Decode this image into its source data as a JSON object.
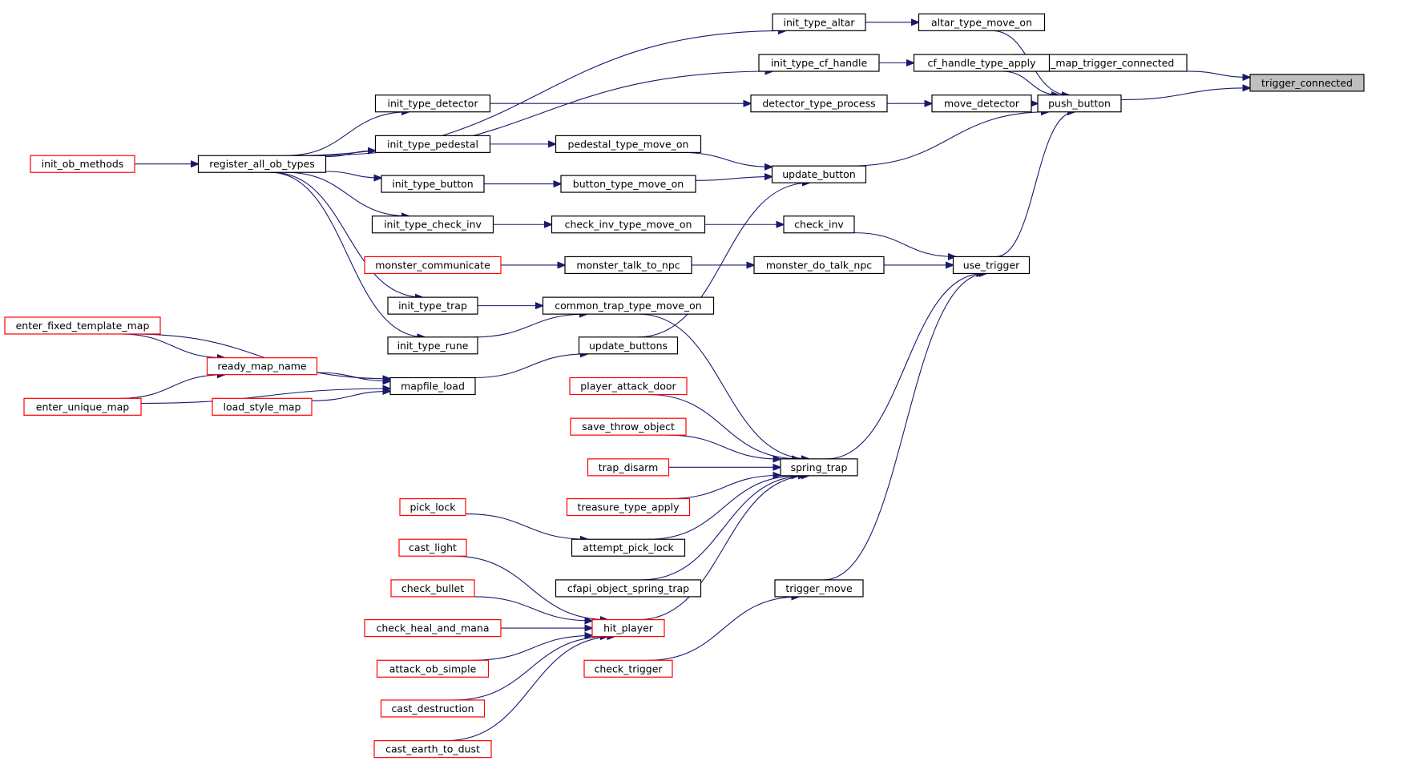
{
  "graph": {
    "nodes": {
      "trigger_connected": {
        "label": "trigger_connected",
        "style": "grey"
      },
      "cfapi_map_trigger_connected": {
        "label": "cfapi_map_trigger_connected",
        "style": "black"
      },
      "push_button": {
        "label": "push_button",
        "style": "black"
      },
      "altar_type_move_on": {
        "label": "altar_type_move_on",
        "style": "black"
      },
      "init_type_altar": {
        "label": "init_type_altar",
        "style": "black"
      },
      "cf_handle_type_apply": {
        "label": "cf_handle_type_apply",
        "style": "black"
      },
      "init_type_cf_handle": {
        "label": "init_type_cf_handle",
        "style": "black"
      },
      "move_detector": {
        "label": "move_detector",
        "style": "black"
      },
      "detector_type_process": {
        "label": "detector_type_process",
        "style": "black"
      },
      "init_type_detector": {
        "label": "init_type_detector",
        "style": "black"
      },
      "update_button": {
        "label": "update_button",
        "style": "black"
      },
      "pedestal_type_move_on": {
        "label": "pedestal_type_move_on",
        "style": "black"
      },
      "init_type_pedestal": {
        "label": "init_type_pedestal",
        "style": "black"
      },
      "button_type_move_on": {
        "label": "button_type_move_on",
        "style": "black"
      },
      "init_type_button": {
        "label": "init_type_button",
        "style": "black"
      },
      "register_all_ob_types": {
        "label": "register_all_ob_types",
        "style": "black"
      },
      "init_ob_methods": {
        "label": "init_ob_methods",
        "style": "red"
      },
      "use_trigger": {
        "label": "use_trigger",
        "style": "black"
      },
      "check_inv": {
        "label": "check_inv",
        "style": "black"
      },
      "check_inv_type_move_on": {
        "label": "check_inv_type_move_on",
        "style": "black"
      },
      "init_type_check_inv": {
        "label": "init_type_check_inv",
        "style": "black"
      },
      "monster_do_talk_npc": {
        "label": "monster_do_talk_npc",
        "style": "black"
      },
      "monster_talk_to_npc": {
        "label": "monster_talk_to_npc",
        "style": "black"
      },
      "monster_communicate": {
        "label": "monster_communicate",
        "style": "red"
      },
      "common_trap_type_move_on": {
        "label": "common_trap_type_move_on",
        "style": "black"
      },
      "init_type_trap": {
        "label": "init_type_trap",
        "style": "black"
      },
      "update_buttons": {
        "label": "update_buttons",
        "style": "black"
      },
      "init_type_rune": {
        "label": "init_type_rune",
        "style": "black"
      },
      "mapfile_load": {
        "label": "mapfile_load",
        "style": "black"
      },
      "enter_fixed_template_map": {
        "label": "enter_fixed_template_map",
        "style": "red"
      },
      "ready_map_name": {
        "label": "ready_map_name",
        "style": "red"
      },
      "enter_unique_map": {
        "label": "enter_unique_map",
        "style": "red"
      },
      "load_style_map": {
        "label": "load_style_map",
        "style": "red"
      },
      "spring_trap": {
        "label": "spring_trap",
        "style": "black"
      },
      "player_attack_door": {
        "label": "player_attack_door",
        "style": "red"
      },
      "save_throw_object": {
        "label": "save_throw_object",
        "style": "red"
      },
      "trap_disarm": {
        "label": "trap_disarm",
        "style": "red"
      },
      "treasure_type_apply": {
        "label": "treasure_type_apply",
        "style": "red"
      },
      "attempt_pick_lock": {
        "label": "attempt_pick_lock",
        "style": "black"
      },
      "pick_lock": {
        "label": "pick_lock",
        "style": "red"
      },
      "cfapi_object_spring_trap": {
        "label": "cfapi_object_spring_trap",
        "style": "black"
      },
      "hit_player": {
        "label": "hit_player",
        "style": "red"
      },
      "cast_light": {
        "label": "cast_light",
        "style": "red"
      },
      "check_bullet": {
        "label": "check_bullet",
        "style": "red"
      },
      "check_heal_and_mana": {
        "label": "check_heal_and_mana",
        "style": "red"
      },
      "attack_ob_simple": {
        "label": "attack_ob_simple",
        "style": "red"
      },
      "cast_destruction": {
        "label": "cast_destruction",
        "style": "red"
      },
      "cast_earth_to_dust": {
        "label": "cast_earth_to_dust",
        "style": "red"
      },
      "trigger_move": {
        "label": "trigger_move",
        "style": "black"
      },
      "check_trigger": {
        "label": "check_trigger",
        "style": "red"
      }
    },
    "edges": [
      [
        "cfapi_map_trigger_connected",
        "trigger_connected"
      ],
      [
        "push_button",
        "trigger_connected"
      ],
      [
        "altar_type_move_on",
        "push_button"
      ],
      [
        "cf_handle_type_apply",
        "push_button"
      ],
      [
        "move_detector",
        "push_button"
      ],
      [
        "update_button",
        "push_button"
      ],
      [
        "use_trigger",
        "push_button"
      ],
      [
        "init_type_altar",
        "altar_type_move_on"
      ],
      [
        "register_all_ob_types",
        "init_type_altar"
      ],
      [
        "init_type_cf_handle",
        "cf_handle_type_apply"
      ],
      [
        "register_all_ob_types",
        "init_type_cf_handle"
      ],
      [
        "detector_type_process",
        "move_detector"
      ],
      [
        "init_type_detector",
        "detector_type_process"
      ],
      [
        "register_all_ob_types",
        "init_type_detector"
      ],
      [
        "pedestal_type_move_on",
        "update_button"
      ],
      [
        "button_type_move_on",
        "update_button"
      ],
      [
        "update_buttons",
        "update_button"
      ],
      [
        "init_type_pedestal",
        "pedestal_type_move_on"
      ],
      [
        "register_all_ob_types",
        "init_type_pedestal"
      ],
      [
        "init_type_button",
        "button_type_move_on"
      ],
      [
        "register_all_ob_types",
        "init_type_button"
      ],
      [
        "init_ob_methods",
        "register_all_ob_types"
      ],
      [
        "check_inv",
        "use_trigger"
      ],
      [
        "monster_do_talk_npc",
        "use_trigger"
      ],
      [
        "spring_trap",
        "use_trigger"
      ],
      [
        "trigger_move",
        "use_trigger"
      ],
      [
        "check_inv_type_move_on",
        "check_inv"
      ],
      [
        "init_type_check_inv",
        "check_inv_type_move_on"
      ],
      [
        "register_all_ob_types",
        "init_type_check_inv"
      ],
      [
        "monster_talk_to_npc",
        "monster_do_talk_npc"
      ],
      [
        "monster_communicate",
        "monster_talk_to_npc"
      ],
      [
        "init_type_trap",
        "common_trap_type_move_on"
      ],
      [
        "init_type_rune",
        "common_trap_type_move_on"
      ],
      [
        "register_all_ob_types",
        "init_type_trap"
      ],
      [
        "register_all_ob_types",
        "init_type_rune"
      ],
      [
        "mapfile_load",
        "update_buttons"
      ],
      [
        "enter_fixed_template_map",
        "mapfile_load"
      ],
      [
        "enter_fixed_template_map",
        "ready_map_name"
      ],
      [
        "ready_map_name",
        "mapfile_load"
      ],
      [
        "enter_unique_map",
        "ready_map_name"
      ],
      [
        "enter_unique_map",
        "mapfile_load"
      ],
      [
        "load_style_map",
        "mapfile_load"
      ],
      [
        "common_trap_type_move_on",
        "spring_trap"
      ],
      [
        "player_attack_door",
        "spring_trap"
      ],
      [
        "save_throw_object",
        "spring_trap"
      ],
      [
        "trap_disarm",
        "spring_trap"
      ],
      [
        "treasure_type_apply",
        "spring_trap"
      ],
      [
        "attempt_pick_lock",
        "spring_trap"
      ],
      [
        "cfapi_object_spring_trap",
        "spring_trap"
      ],
      [
        "hit_player",
        "spring_trap"
      ],
      [
        "pick_lock",
        "attempt_pick_lock"
      ],
      [
        "cast_light",
        "hit_player"
      ],
      [
        "check_bullet",
        "hit_player"
      ],
      [
        "check_heal_and_mana",
        "hit_player"
      ],
      [
        "attack_ob_simple",
        "hit_player"
      ],
      [
        "cast_destruction",
        "hit_player"
      ],
      [
        "cast_earth_to_dust",
        "hit_player"
      ],
      [
        "check_trigger",
        "trigger_move"
      ]
    ]
  },
  "colors": {
    "edge": "#191970",
    "node_border": "#000000",
    "node_border_incomplete": "#ff0000",
    "node_fill": "#ffffff",
    "node_fill_focus": "#bfbfbf",
    "text": "#000000"
  }
}
